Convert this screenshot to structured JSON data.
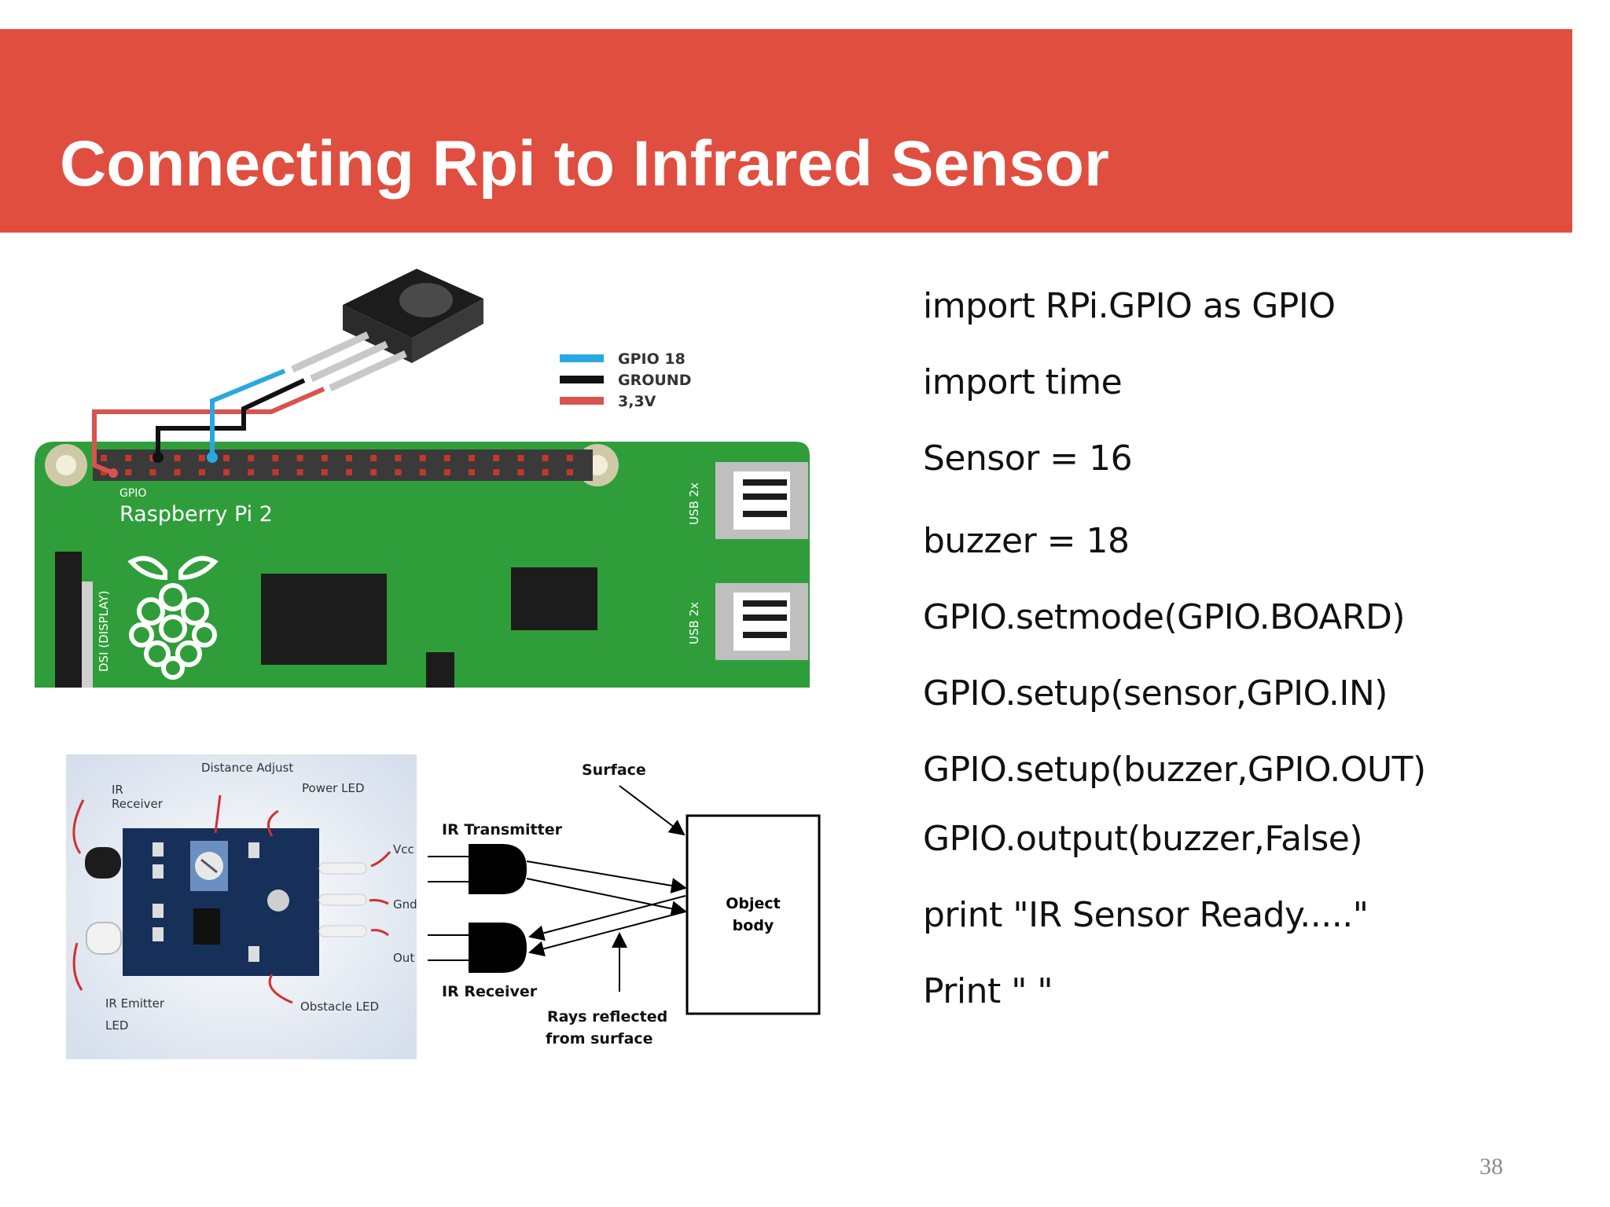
{
  "slide": {
    "title": "Connecting Rpi to Infrared Sensor",
    "page_number": "38",
    "accent_color": "#e04e40"
  },
  "code_lines": [
    "import RPi.GPIO as GPIO",
    "import time",
    "Sensor = 16",
    "buzzer = 18",
    "GPIO.setmode(GPIO.BOARD)",
    "GPIO.setup(sensor,GPIO.IN)",
    "GPIO.setup(buzzer,GPIO.OUT)",
    "GPIO.output(buzzer,False)",
    "print \"IR Sensor Ready.....\"",
    "Print \" \""
  ],
  "wiring_figure": {
    "legend": [
      {
        "label": "GPIO 18",
        "color": "#29a8e0"
      },
      {
        "label": "GROUND",
        "color": "#111111"
      },
      {
        "label": "3,3V",
        "color": "#d9534f"
      }
    ],
    "board_gpio_label": "GPIO",
    "board_name": "Raspberry Pi 2",
    "dsi_label": "DSI (DISPLAY)",
    "usb_label_top": "USB 2x",
    "usb_label_bottom": "USB 2x",
    "board_color": "#2f9e3a"
  },
  "module_figure": {
    "labels": {
      "ir_receiver_line1": "IR",
      "ir_receiver_line2": "Receiver",
      "distance_adjust": "Distance Adjust",
      "power_led": "Power LED",
      "vcc": "Vcc",
      "gnd": "Gnd",
      "out": "Out",
      "ir_emitter_line1": "IR Emitter",
      "ir_emitter_line2": "LED",
      "obstacle_led": "Obstacle LED"
    }
  },
  "principle_figure": {
    "surface": "Surface",
    "ir_transmitter": "IR Transmitter",
    "ir_receiver": "IR Receiver",
    "object_line1": "Object",
    "object_line2": "body",
    "rays_line1": "Rays reflected",
    "rays_line2": "from surface"
  }
}
